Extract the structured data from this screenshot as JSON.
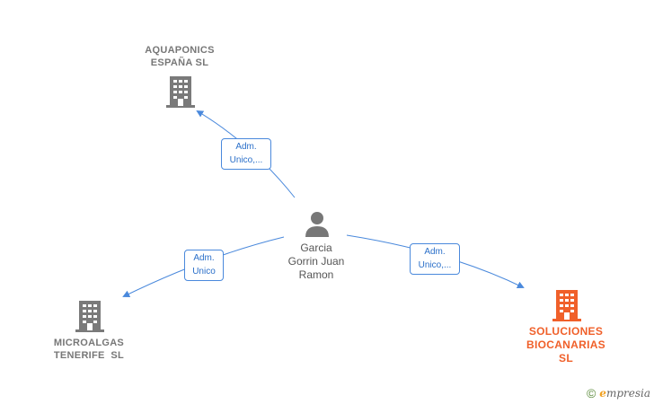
{
  "colors": {
    "edge": "#4a89dc",
    "building": "#7a7a7a",
    "building_highlight": "#f0602a",
    "person": "#777777"
  },
  "nodes": {
    "aquaponics": {
      "line1": "AQUAPONICS",
      "line2": "ESPAÑA SL",
      "icon": "building-icon"
    },
    "microalgas": {
      "line1": "MICROALGAS",
      "line2": "TENERIFE  SL",
      "icon": "building-icon"
    },
    "soluciones": {
      "line1": "SOLUCIONES",
      "line2": "BIOCANARIAS",
      "line3": "SL",
      "icon": "building-icon"
    },
    "person": {
      "line1": "Garcia",
      "line2": "Gorrin Juan",
      "line3": "Ramon",
      "icon": "person-icon"
    }
  },
  "edges": {
    "to_aquaponics": {
      "line1": "Adm.",
      "line2": "Unico,..."
    },
    "to_microalgas": {
      "line1": "Adm.",
      "line2": "Unico"
    },
    "to_soluciones": {
      "line1": "Adm.",
      "line2": "Unico,..."
    }
  },
  "brand": {
    "copyright": "©",
    "e": "e",
    "rest": "mpresia"
  }
}
